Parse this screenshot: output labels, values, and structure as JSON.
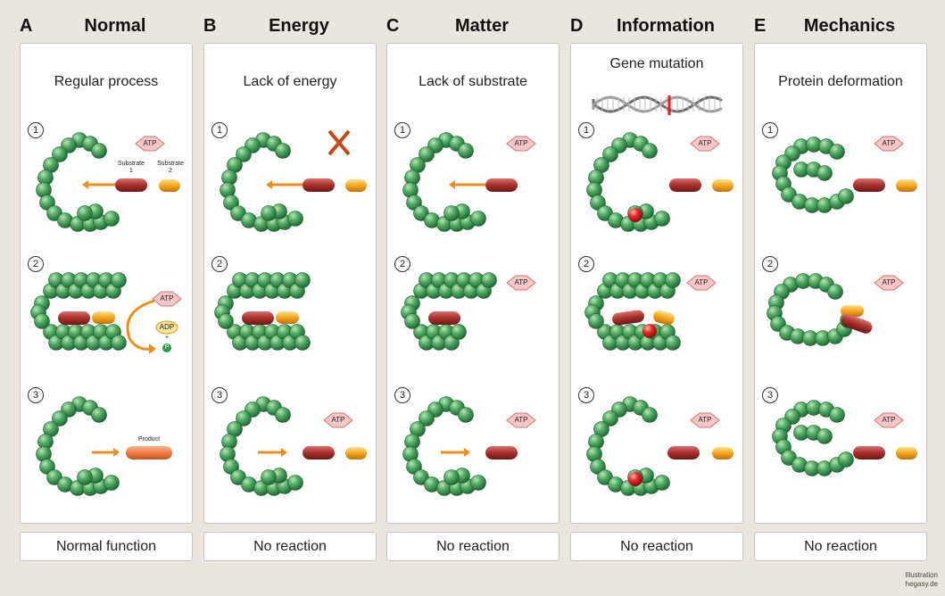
{
  "columns": [
    {
      "letter": "A",
      "title": "Normal",
      "subtitle": "Regular process",
      "result": "Normal function"
    },
    {
      "letter": "B",
      "title": "Energy",
      "subtitle": "Lack of energy",
      "result": "No reaction"
    },
    {
      "letter": "C",
      "title": "Matter",
      "subtitle": "Lack of substrate",
      "result": "No reaction"
    },
    {
      "letter": "D",
      "title": "Information",
      "subtitle": "Gene mutation",
      "result": "No reaction"
    },
    {
      "letter": "E",
      "title": "Mechanics",
      "subtitle": "Protein deformation",
      "result": "No reaction"
    }
  ],
  "steps": [
    "1",
    "2",
    "3"
  ],
  "labels": {
    "atp": "ATP",
    "adp": "ADP",
    "plus": "+",
    "p": "P",
    "substrate_1": "Substrate\n1",
    "substrate_2": "Substrate\n2",
    "product": "Product"
  },
  "credit": {
    "line1": "Illustration",
    "line2": "hegasy.de"
  },
  "colors": {
    "protein": "#3f9a58",
    "substrate1": "#a8322f",
    "substrate2": "#f0a020",
    "arrow": "#f08c1e",
    "atp_fill": "#f7c6c6",
    "atp_stroke": "#d97070",
    "mutation": "#e21d1d",
    "cross": "#c8461e"
  }
}
